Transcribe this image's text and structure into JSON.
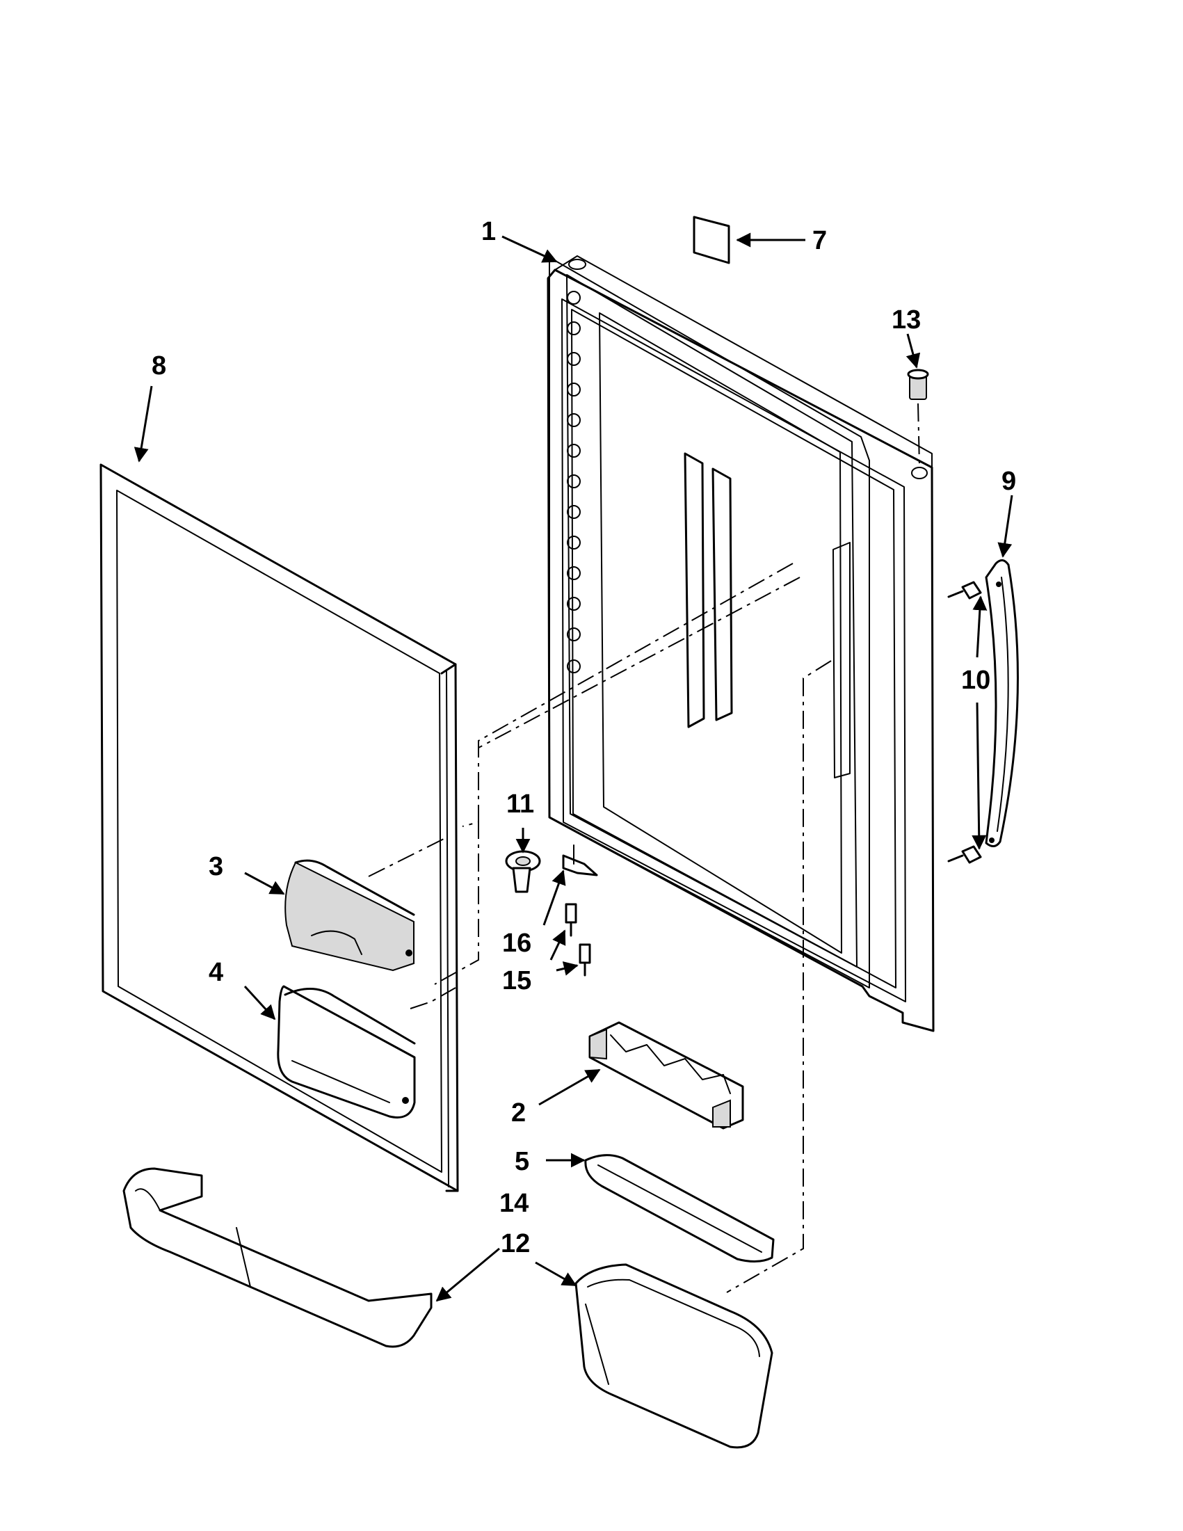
{
  "colors": {
    "line": "#000000",
    "background": "#ffffff",
    "shade": "#d9d9d9"
  },
  "callouts": {
    "door": "1",
    "ice_tray": "2",
    "upper_bin": "3",
    "lower_bin": "4",
    "shelf_tray": "5",
    "label": "7",
    "door_panel": "8",
    "handle": "9",
    "handle_screws": "10",
    "pivot_bushing": "11",
    "door_bin": "12",
    "top_bushing": "13",
    "door_rail": "14",
    "screws": "15",
    "stop_bracket": "16"
  }
}
